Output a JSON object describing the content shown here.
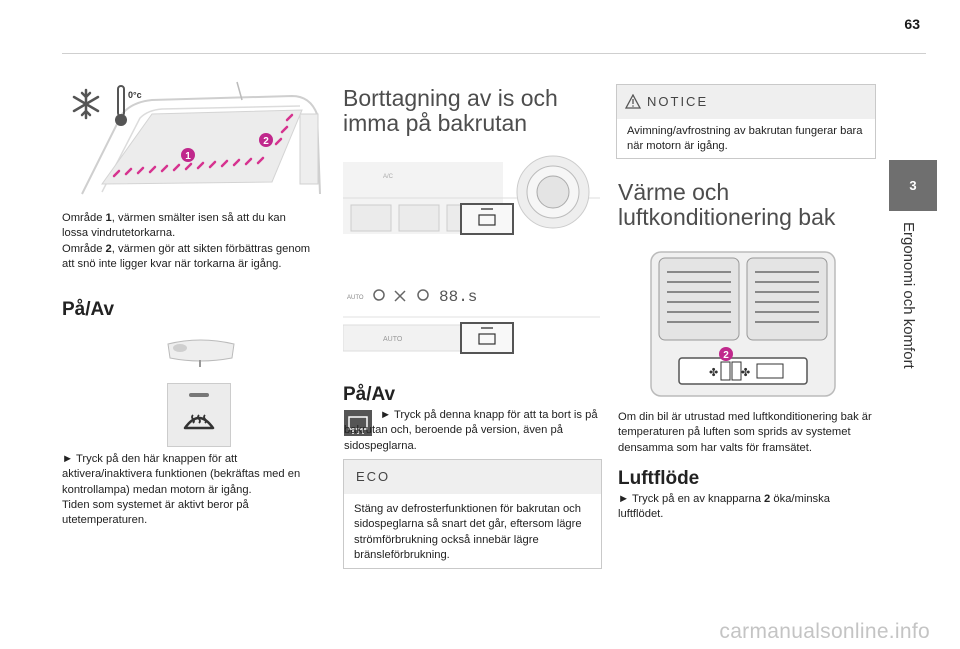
{
  "page": {
    "number": "63",
    "chapter_number": "3",
    "chapter_title": "Ergonomi och komfort"
  },
  "col1": {
    "fig_temp_label": "0°c",
    "fig_markers": [
      "1",
      "2"
    ],
    "para1_a": "Område ",
    "para1_b": "1",
    "para1_c": ", värmen smälter isen så att du kan lossa vindrutetorkarna.",
    "para2_a": "Område ",
    "para2_b": "2",
    "para2_c": ", värmen gör att sikten förbättras genom att snö inte ligger kvar när torkarna är igång.",
    "heading": "På/Av",
    "para3": "► Tryck på den här knappen för att aktivera/inaktivera funktionen (bekräftas med en kontrollampa) medan motorn är igång.",
    "para4": "Tiden som systemet är aktivt beror på utetemperaturen."
  },
  "col2": {
    "heading": "Borttagning av is och imma på bakrutan",
    "panel1_ac": "A/C",
    "panel2_auto": "AUTO",
    "panel2_display": "88.s",
    "panel2_small": "AUTO",
    "subheading": "På/Av",
    "para1": "► Tryck på denna knapp för att ta bort is på bakrutan och, beroende på version, även på sidospeglarna.",
    "eco_title": "ECO",
    "eco_text": "Stäng av defrosterfunktionen för bakrutan och sidospeglarna så snart det går, eftersom lägre strömförbrukning också innebär lägre bränsleförbrukning."
  },
  "col3": {
    "notice_title": "NOTICE",
    "notice_text": "Avimning/avfrostning av bakrutan fungerar bara när motorn är igång.",
    "heading": "Värme och luftkonditionering bak",
    "fig_marker": "2",
    "para1": "Om din bil är utrustad med luftkonditionering bak är temperaturen på luften som sprids av systemet densamma som har valts för framsätet.",
    "subheading": "Luftflöde",
    "para2_a": "► Tryck på en av knapparna ",
    "para2_b": "2",
    "para2_c": " öka/minska luftflödet."
  },
  "watermark": "carmanualsonline.info",
  "colors": {
    "marker": "#c0288c",
    "heat": "#d6338f",
    "tab": "#6f6f6f"
  }
}
